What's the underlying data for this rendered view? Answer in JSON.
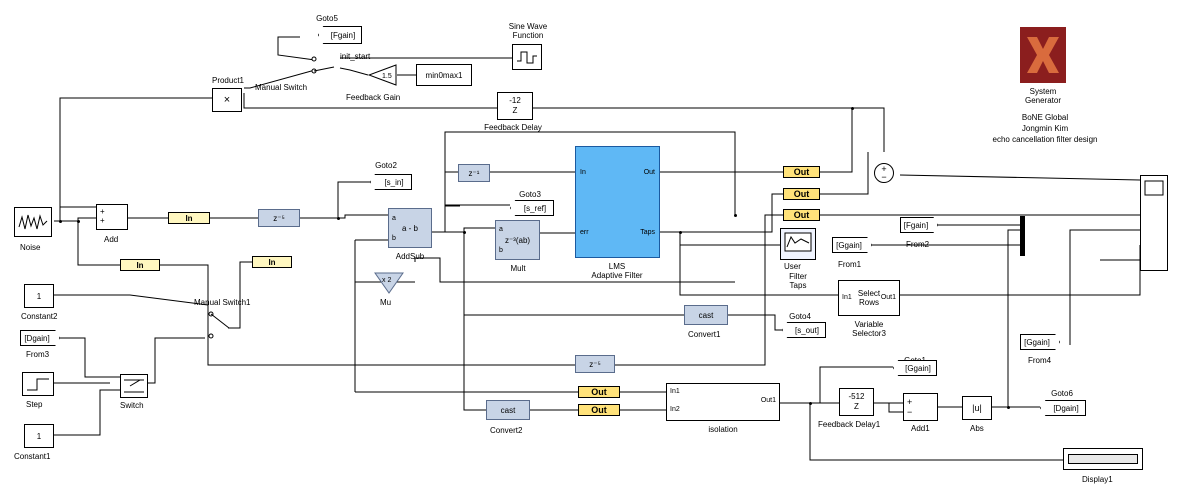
{
  "blocks": {
    "goto5": {
      "name": "Goto5",
      "value": "[Fgain]"
    },
    "sine": {
      "name": "Sine Wave\nFunction"
    },
    "manual_switch": {
      "name": "Manual Switch"
    },
    "init_start": "init_start",
    "feedback_gain": {
      "name": "Feedback Gain",
      "value": "1.5"
    },
    "min0max1": "min0max1",
    "product1": {
      "name": "Product1",
      "symbol": "×"
    },
    "feedback_delay": {
      "name": "Feedback Delay",
      "value": "-12\nZ"
    },
    "noise": {
      "name": "Noise"
    },
    "add": {
      "name": "Add"
    },
    "in1": "In",
    "zdelay1": "z⁻⁵",
    "goto2": {
      "name": "Goto2",
      "value": "[s_in]"
    },
    "zdelay_lms": "z⁻¹",
    "goto3": {
      "name": "Goto3",
      "value": "[s_ref]"
    },
    "addsub": {
      "name": "AddSub",
      "symbol": "a - b"
    },
    "mult": {
      "name": "Mult",
      "symbol": "z⁻³(ab)"
    },
    "lms": {
      "name": "LMS\nAdaptive Filter",
      "in": "In",
      "err": "err",
      "out": "Out",
      "taps": "Taps"
    },
    "mu": {
      "name": "Mu",
      "symbol": "x 2⁻⁴"
    },
    "in2": "In",
    "in3": "In",
    "constant2": {
      "name": "Constant2",
      "value": "1"
    },
    "manual_switch1": {
      "name": "Manual Switch1"
    },
    "from3": {
      "name": "From3",
      "value": "[Dgain]"
    },
    "step": {
      "name": "Step"
    },
    "switch": {
      "name": "Switch"
    },
    "constant1": {
      "name": "Constant1",
      "value": "1"
    },
    "out_blocks": [
      "Out",
      "Out",
      "Out",
      "Out",
      "Out"
    ],
    "user_scope": {
      "name": "Filter\nTaps",
      "value": "User"
    },
    "fgain_from": {
      "name": "From2",
      "value": "[Fgain]"
    },
    "ggain_from": {
      "name": "From1",
      "value": "[Ggain]"
    },
    "sum": {
      "symbols": "+ -"
    },
    "select_rows": {
      "name": "Variable\nSelector3",
      "in": "In1",
      "title": "Select\nRows",
      "out": "Out1"
    },
    "convert1": {
      "name": "Convert1",
      "value": "cast"
    },
    "goto4": {
      "name": "Goto4",
      "value": "[s_out]"
    },
    "zdelay2": "z⁻⁵",
    "goto1": {
      "name": "Goto1",
      "value": "[Ggain]"
    },
    "convert2": {
      "name": "Convert2",
      "value": "cast"
    },
    "isolation": {
      "name": "isolation",
      "in1": "In1",
      "in2": "In2",
      "out": "Out1"
    },
    "feedback_delay1": {
      "name": "Feedback Delay1",
      "value": "-512\nZ"
    },
    "add1": {
      "name": "Add1",
      "symbols": "+\n−"
    },
    "abs": {
      "name": "Abs",
      "value": "|u|"
    },
    "goto6": {
      "name": "Goto6",
      "value": "[Dgain]"
    },
    "from4": {
      "name": "From4",
      "value": "[Ggain]"
    },
    "display1": {
      "name": "Display1"
    },
    "sysgen": {
      "name": "System\nGenerator"
    }
  },
  "credits": {
    "line1": "BoNE Global",
    "line2": "Jongmin Kim",
    "line3": "echo cancellation filter design"
  }
}
